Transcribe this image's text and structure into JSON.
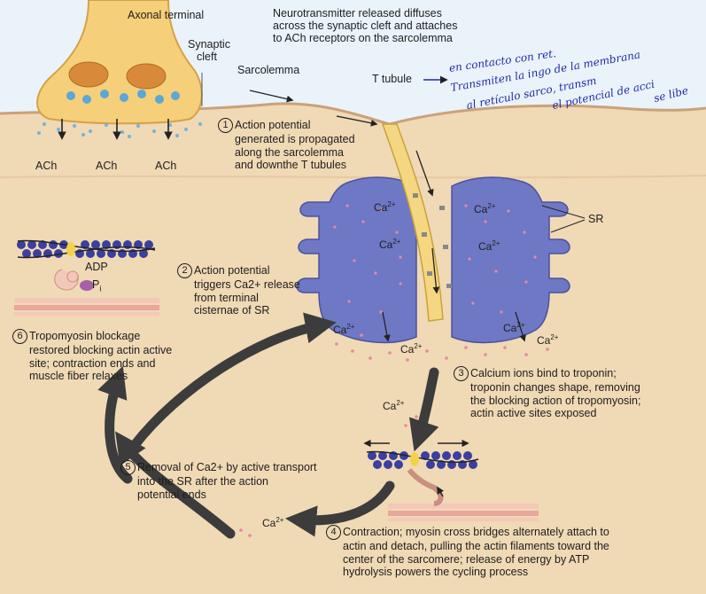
{
  "labels": {
    "axonal_terminal": "Axonal terminal",
    "synaptic_cleft_1": "Synaptic",
    "synaptic_cleft_2": "cleft",
    "sarcolemma": "Sarcolemma",
    "t_tubule": "T tubule",
    "sr": "SR",
    "ach": "ACh",
    "adp": "ADP",
    "pi": "P",
    "pi_sub": "i",
    "ca": "Ca",
    "ca_sup": "2+"
  },
  "neurotransmitter_note": [
    "Neurotransmitter released diffuses",
    "across the synaptic cleft and attaches",
    "to ACh receptors on the sarcolemma"
  ],
  "steps": [
    {
      "num": "1",
      "lines": [
        "Action potential",
        "generated is propagated",
        "along the sarcolemma",
        "and downthe T tubules"
      ]
    },
    {
      "num": "2",
      "lines": [
        "Action potential",
        "triggers Ca2+ release",
        "from terminal",
        "cisternae of SR"
      ]
    },
    {
      "num": "3",
      "lines": [
        "Calcium ions bind to troponin;",
        "troponin changes shape, removing",
        "the blocking action of tropomyosin;",
        "actin active sites exposed"
      ]
    },
    {
      "num": "4",
      "lines": [
        "Contraction; myosin cross bridges alternately attach to",
        "actin and detach, pulling the actin filaments toward the",
        "center of the sarcomere; release of energy by ATP",
        "hydrolysis powers the cycling process"
      ]
    },
    {
      "num": "5",
      "lines": [
        "Removal of Ca2+ by active transport",
        "into the SR after the action",
        "potential ends"
      ]
    },
    {
      "num": "6",
      "lines": [
        "Tropomyosin blockage",
        "restored blocking actin active",
        "site; contraction ends and",
        "muscle fiber relaxes"
      ]
    }
  ],
  "handwritten": [
    "en contacto con ret.",
    "Transmiten la ingo de la membrana",
    "al retículo sarco, transm",
    "el potencial de acci",
    "se libe"
  ],
  "colors": {
    "muscle": "#f0d9b5",
    "nerve": "#f6cf7a",
    "sr": "#6e78c4",
    "arrow": "#3c3c3c",
    "ink": "#1e2aa8"
  }
}
